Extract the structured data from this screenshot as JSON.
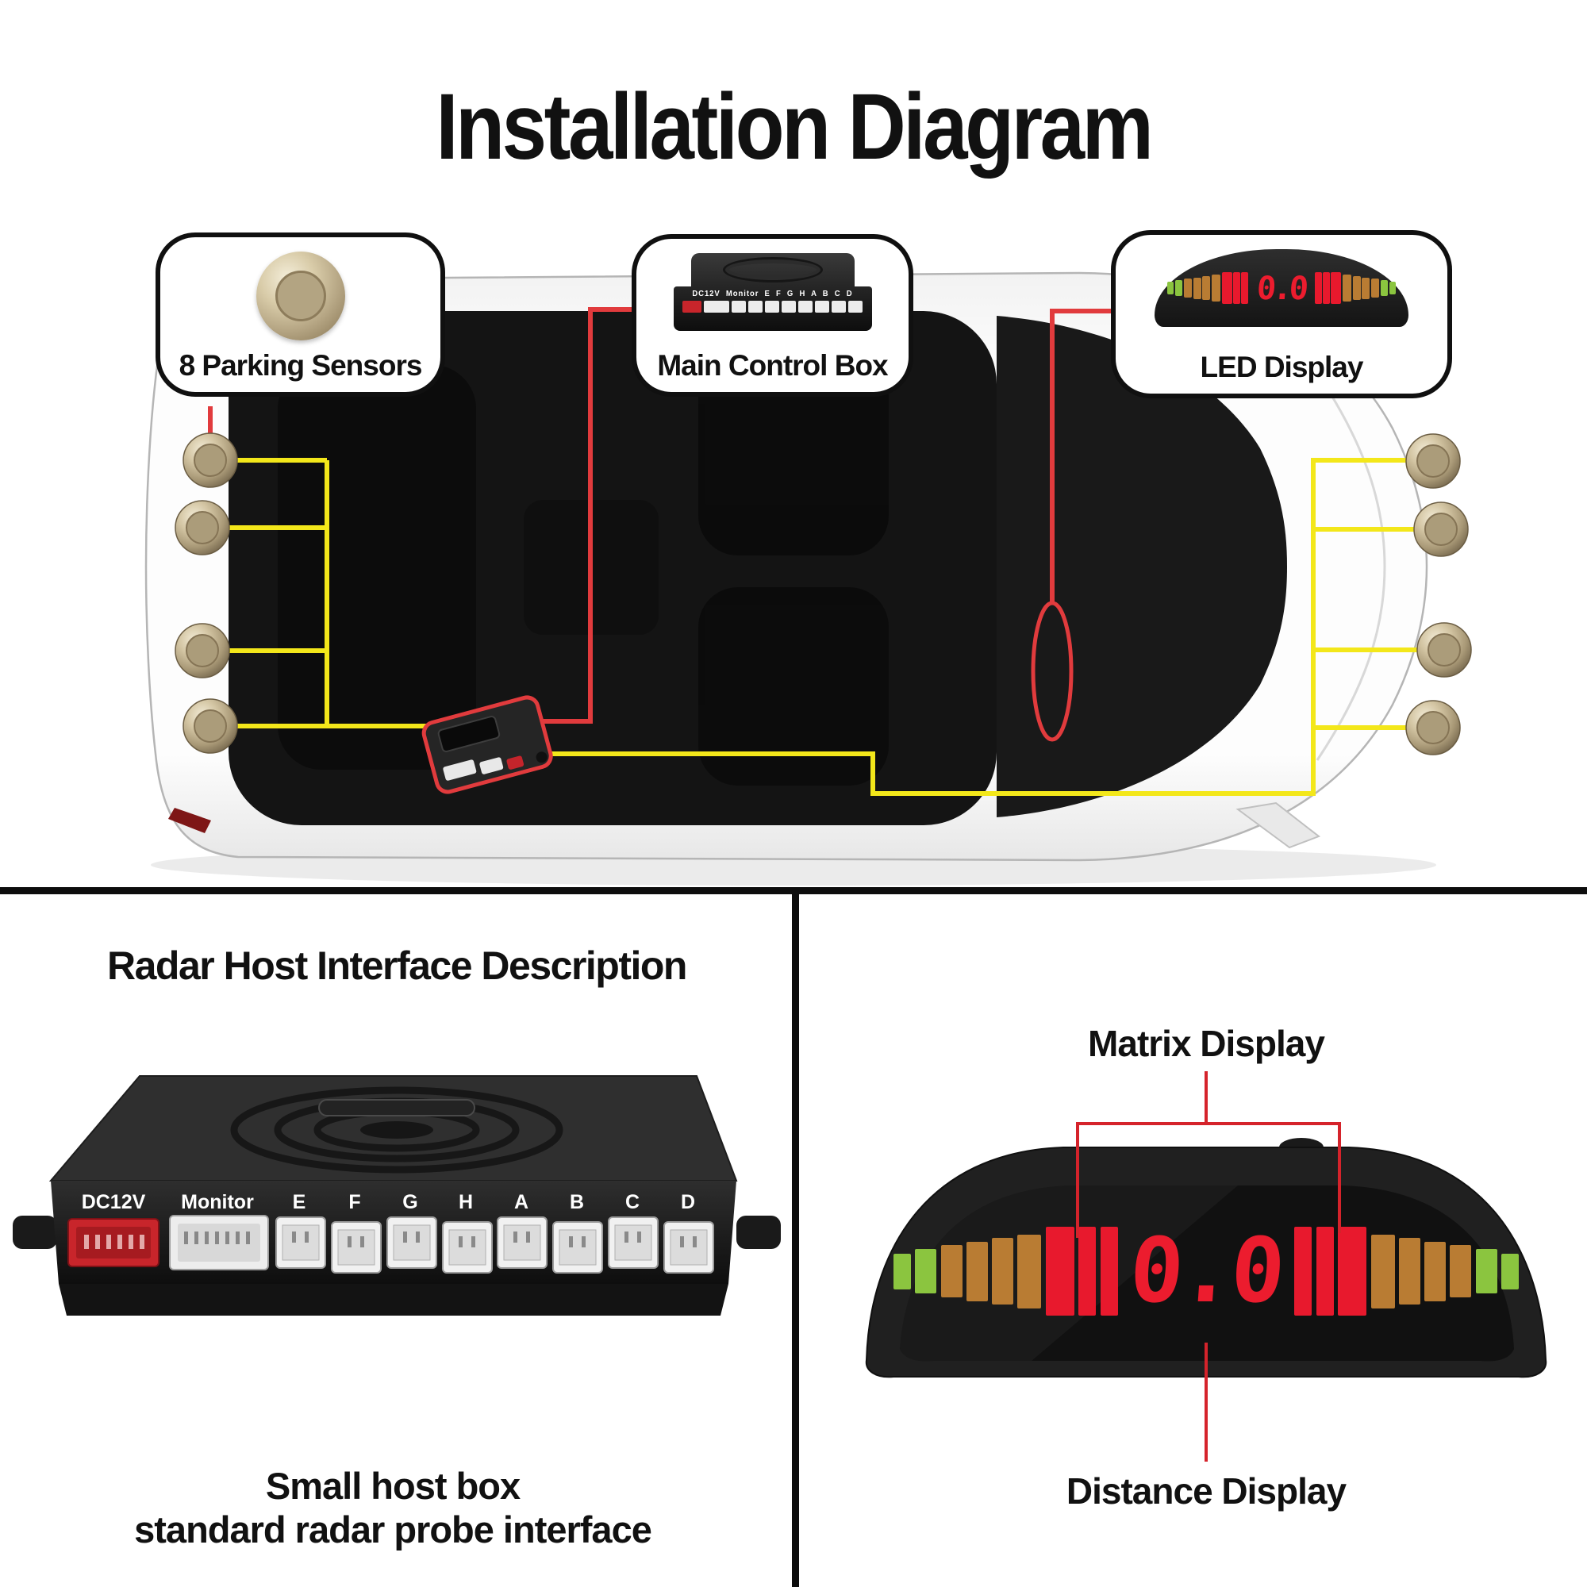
{
  "title": "Installation Diagram",
  "callouts": {
    "sensors": {
      "label": "8 Parking Sensors"
    },
    "control_box": {
      "label": "Main Control Box"
    },
    "led_display": {
      "label": "LED Display"
    }
  },
  "left_panel": {
    "heading": "Radar Host Interface Description",
    "caption_line1": "Small host box",
    "caption_line2": "standard radar probe interface",
    "connector_labels": [
      "DC12V",
      "Monitor",
      "E",
      "F",
      "G",
      "H",
      "A",
      "B",
      "C",
      "D"
    ]
  },
  "right_panel": {
    "matrix_label": "Matrix Display",
    "distance_label": "Distance Display"
  },
  "device": {
    "power_label": "DC12V",
    "monitor_label": "Monitor",
    "port_labels": [
      "E",
      "F",
      "G",
      "H",
      "A",
      "B",
      "C",
      "D"
    ]
  },
  "led": {
    "value": "0.0",
    "colors": {
      "g": "#8bc53f",
      "a": "#b97c33",
      "r": "#e8192d"
    },
    "bars_left": [
      {
        "c": "g",
        "w": 30,
        "h": 60
      },
      {
        "c": "g",
        "w": 36,
        "h": 74
      },
      {
        "c": "a",
        "w": 36,
        "h": 88
      },
      {
        "c": "a",
        "w": 36,
        "h": 100
      },
      {
        "c": "a",
        "w": 36,
        "h": 112
      },
      {
        "c": "a",
        "w": 40,
        "h": 124
      },
      {
        "c": "r",
        "w": 48,
        "h": 150
      },
      {
        "c": "r",
        "w": 30,
        "h": 150
      },
      {
        "c": "r",
        "w": 30,
        "h": 150
      }
    ],
    "bars_right": [
      {
        "c": "r",
        "w": 30,
        "h": 150
      },
      {
        "c": "r",
        "w": 30,
        "h": 150
      },
      {
        "c": "r",
        "w": 48,
        "h": 150
      },
      {
        "c": "a",
        "w": 40,
        "h": 124
      },
      {
        "c": "a",
        "w": 36,
        "h": 112
      },
      {
        "c": "a",
        "w": 36,
        "h": 100
      },
      {
        "c": "a",
        "w": 36,
        "h": 88
      },
      {
        "c": "g",
        "w": 36,
        "h": 74
      },
      {
        "c": "g",
        "w": 30,
        "h": 60
      }
    ]
  },
  "colors": {
    "wire_yellow": "#f3e71a",
    "wire_red": "#e13b3d",
    "sensor_gold": "#c3b38e",
    "accent_red": "#d5232b"
  }
}
